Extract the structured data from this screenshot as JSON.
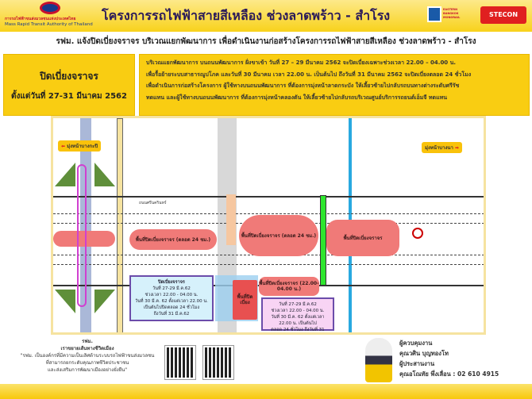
{
  "header": {
    "org_thai": "การรถไฟฟ้าขนส่งมวลชนแห่งประเทศไทย",
    "org_en": "Mass Rapid Transit Authority of Thailand",
    "title": "โครงการรถไฟฟ้าสายสีเหลือง ช่วงลาดพร้าว - สำโรง",
    "partner1": "EASTERN BANGKOK MONORAIL",
    "partner2": "STECON"
  },
  "subtitle": "รฟม. แจ้งปิดเบี่ยงจราจร บริเวณแยกพัฒนาการ เพื่อดำเนินงานก่อสร้างโครงการรถไฟฟ้าสายสีเหลือง ช่วงลาดพร้าว - สำโรง",
  "notice": {
    "heading": "ปิดเบี่ยงจราจร",
    "dates": "ตั้งแต่วันที่ 27-31 มีนาคม 2562",
    "lines": [
      "บริเวณแยกพัฒนาการ บนถนนพัฒนาการ ฝั่งขาเข้า วันที่ 27 – 29 มีนาคม 2562 จะปิดเบี่ยงเฉพาะช่วงเวลา 22.00 – 04.00 น.",
      "เพื่อรื้อย้ายระบบสาธารณูปโภค และวันที่ 30 มีนาคม เวลา 22.00 น. เป็นต้นไป ถึงวันที่ 31 มีนาคม 2562 จะปิดเบี่ยงตลอด 24 ชั่วโมง",
      "เพื่อดำเนินการก่อสร้างโครงการ ผู้ใช้ทางบนถนนพัฒนาการ ที่ต้องการมุ่งหน้าลาดกระบัง ให้เลี้ยวซ้ายไปกลับรถบนทางต่างระดับศรีรัช",
      "ทดแทน และผู้ใช้ทางบนถนนพัฒนาการ ที่ต้องการมุ่งหน้าคลองตัน ให้เลี้ยวซ้ายไปกลับรถบริเวณศูนย์บริการรถยนต์เอ็มจี ทดแทน"
    ]
  },
  "map": {
    "sign_left": "มุ่งหน้าบางกะปิ",
    "sign_right": "มุ่งหน้าบางนา",
    "road_top": "ถนนศรีนครินทร์",
    "closed_24h_1": "พื้นที่ปิดเบี่ยงจราจร (ตลอด 24 ชม.)",
    "closed_24h_2": "พื้นที่ปิดเบี่ยงจราจร (ตลอด 24 ชม.)",
    "closed_3": "พื้นที่ปิดเบี่ยงจราจร",
    "closed_night": "พื้นที่ปิดเบี่ยงจราจร (22.00-04.00 น.)",
    "closed_small": "พื้นที่ปิดเบี่ยง",
    "note_blue": [
      "ปิดเบี่ยงจราจร",
      "วันที่ 27-29 มี.ค.62",
      "ช่วงเวลา 22.00 - 04.00 น.",
      "วันที่ 30 มี.ค. 62 ตั้งแต่เวลา 22.00 น.",
      "เป็นต้นไปปิดตลอด 24 ชั่วโมง",
      "ถึงวันที่ 31 มี.ค.62"
    ],
    "note_pink": [
      "วันที่ 27-29 มี.ค.62",
      "ช่วงเวลา 22.00 - 04.00 น.",
      "วันที่ 30 มี.ค. 62 ตั้งแต่เวลา 22.00 น. เป็นต้นไป",
      "ตลอด 24 ชั่วโมง ถึงวันที่ 31 มี.ค.62"
    ]
  },
  "footer": {
    "org": "รฟม.",
    "slogan_title": "เราขยายเส้นทางชีวิตเมือง",
    "slogan": [
      "\"รฟม. เป็นองค์กรที่มีความเป็นเลิศด้านระบบรถไฟฟ้าขนส่งมวลชน",
      "ที่สามารถยกระดับคุณภาพชีวิตประชาชน",
      "และส่งเสริมการพัฒนาเมืองอย่างยั่งยืน\""
    ],
    "contact": [
      "ผู้ควบคุมงาน",
      "คุณวศิน บุญทองโท",
      "ผู้ประสานงาน",
      "คุณอโณทัย พึ่งเลื่อน : 02 610 4915"
    ]
  }
}
